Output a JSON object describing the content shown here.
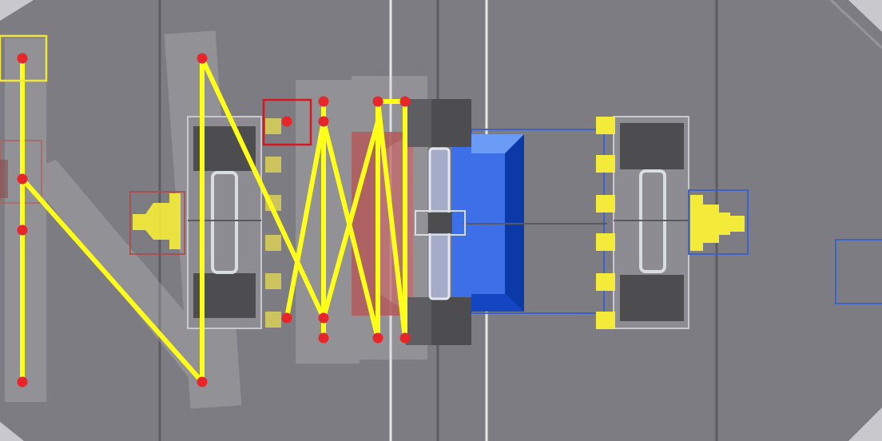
{
  "view": {
    "kind": "robot-path-planner-field-view",
    "background_color": "#7d7c82",
    "field_line_color": "#5d5c61",
    "midline_color": "#e6e6e6"
  },
  "colors": {
    "path_yellow": "#ffff1a",
    "path_orange": "#ff6a00",
    "waypoint_red": "#e8262a",
    "selection_yellow": "#f2e63a",
    "selection_red": "#d9161c",
    "red_alliance_zone": "#c46a6a",
    "blue_alliance_zone": "#2f6fe0",
    "blue_outline": "#3c63c7",
    "stack_yellow": "#f4ea3a",
    "block_dark": "#4d4d4f",
    "rail_light": "#d8dde2"
  },
  "legend": {
    "waypoint_marker": "red-dot-icon",
    "path_segment": "yellow-line",
    "active_segment": "orange-line",
    "selected_waypoint": "red-square-outline",
    "start_waypoint": "yellow-square-outline"
  },
  "paths": [
    {
      "id": "path-a",
      "color_role": "yellow",
      "waypoint_count": 2
    },
    {
      "id": "path-b",
      "color_role": "yellow",
      "waypoint_count": 5
    },
    {
      "id": "path-c",
      "color_role": "yellow",
      "waypoint_count": 3
    },
    {
      "id": "path-d",
      "color_role": "mixed",
      "waypoint_count": 8
    }
  ]
}
